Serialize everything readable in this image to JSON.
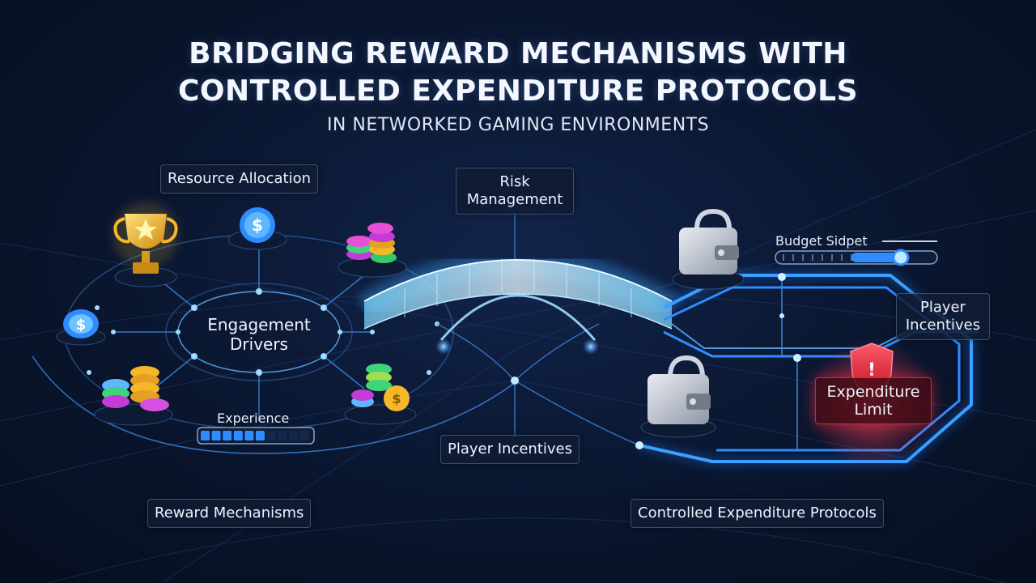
{
  "header": {
    "title_line1": "BRIDGING REWARD MECHANISMS WITH",
    "title_line2": "CONTROLLED EXPENDITURE PROTOCOLS",
    "subtitle": "IN NETWORKED GAMING ENVIRONMENTS"
  },
  "left": {
    "resource_allocation": "Resource Allocation",
    "engagement_drivers": "Engagement Drivers",
    "experience": "Experience",
    "experience_progress": 0.6,
    "reward_mechanisms": "Reward Mechanisms"
  },
  "center": {
    "risk_management": "Risk Management",
    "player_incentives": "Player Incentives"
  },
  "right": {
    "budget_slider": "Budget Sidpet",
    "budget_slider_level": 0.78,
    "player_incentives": "Player Incentives",
    "expenditure_limit": "Expenditure Limit",
    "controlled_protocols": "Controlled Expenditure Protocols"
  },
  "icons": {
    "coin_symbol": "$",
    "alert_symbol": "!"
  },
  "colors": {
    "accent_blue": "#2f8cff",
    "glow_cyan": "#6fd3ff",
    "alert_red": "#ff2f45",
    "gold": "#f5b82a"
  }
}
